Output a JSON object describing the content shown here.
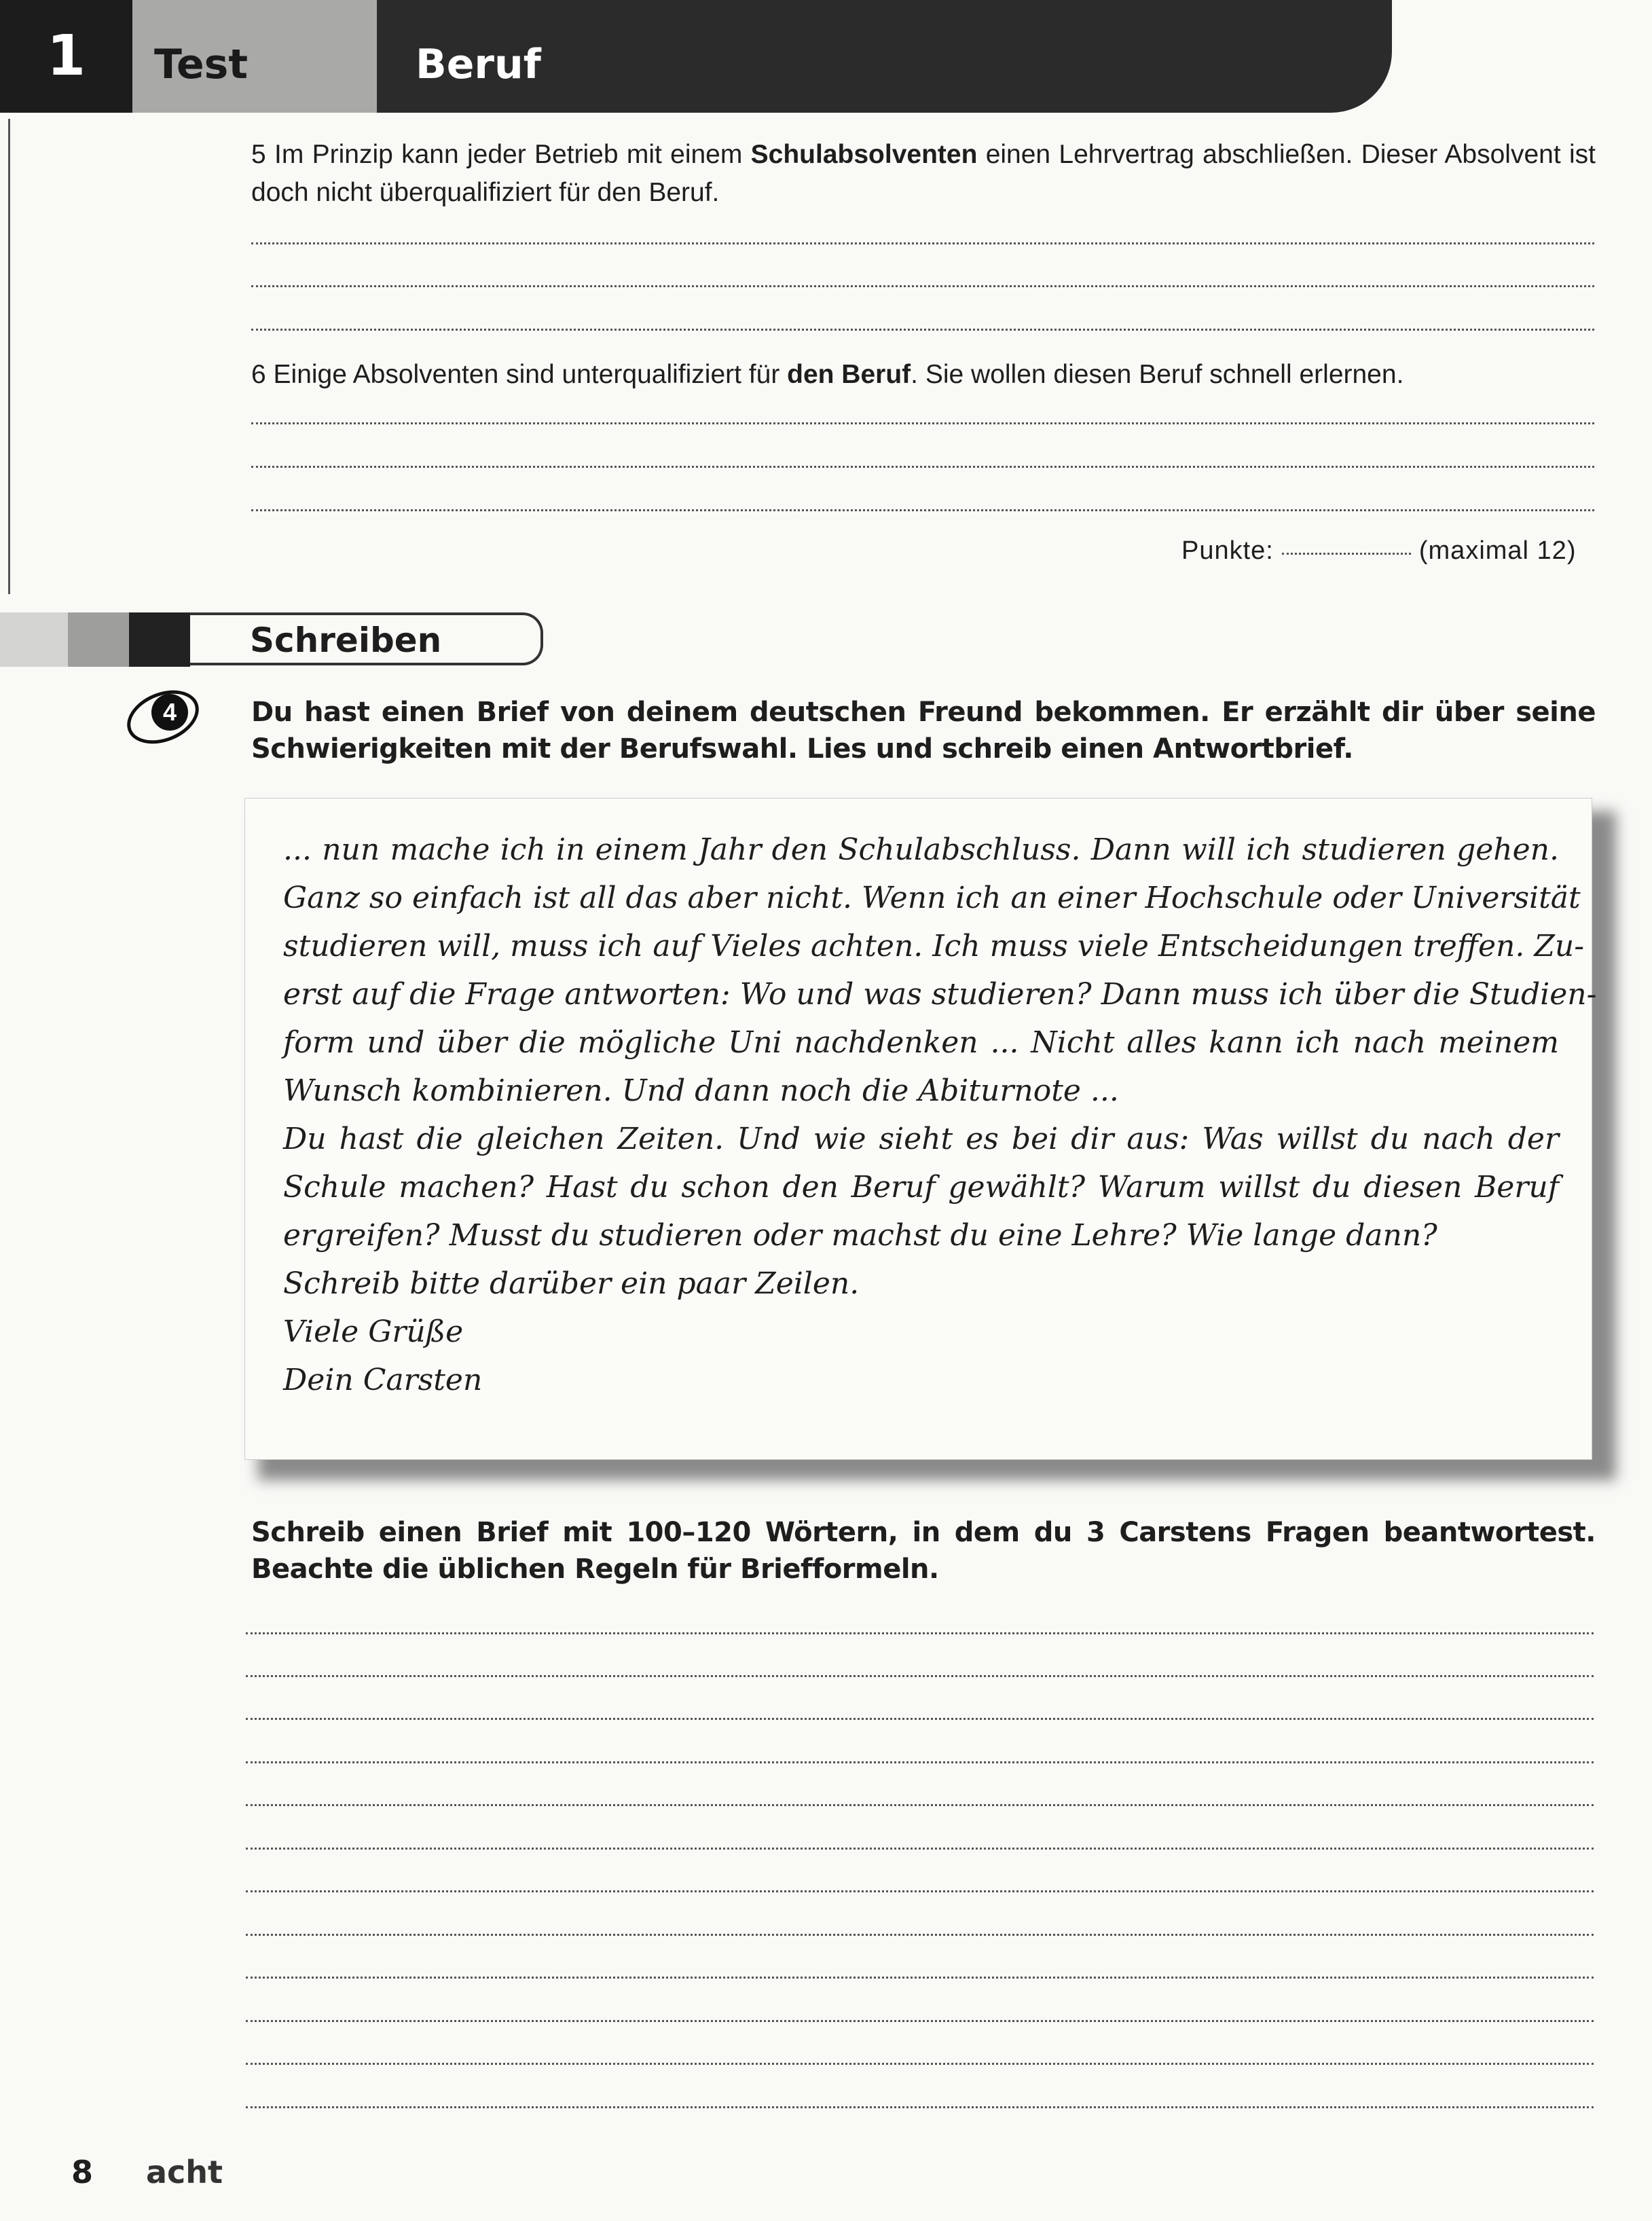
{
  "header": {
    "number": "1",
    "label": "Test",
    "title": "Beruf"
  },
  "task3": {
    "item5": {
      "pre": "5 Im Prinzip kann jeder Betrieb mit einem ",
      "bold": "Schulabsolventen",
      "post": " einen Lehrvertrag abschließen. Dieser Absolvent ist doch nicht überqualifiziert für den Beruf."
    },
    "item6": {
      "pre": "6 Einige Absolventen sind unterqualifiziert für ",
      "bold": "den Beruf",
      "post": ". Sie wollen diesen Beruf schnell erlernen."
    },
    "points_label": "Punkte:",
    "points_max": "(maximal 12)"
  },
  "section": {
    "title": "Schreiben"
  },
  "task4": {
    "number": "4",
    "instruction": "Du hast einen Brief von deinem deutschen Freund bekommen. Er erzählt dir über seine Schwierigkeiten mit der Berufswahl. Lies und schreib einen Antwortbrief.",
    "letter_lines": [
      "... nun mache ich in einem Jahr den Schulabschluss. Dann will ich studieren gehen.",
      "Ganz so einfach ist all das aber nicht. Wenn ich an einer Hochschule oder Universität",
      "studieren will, muss ich auf Vieles achten. Ich muss viele Entscheidungen treffen. Zu-",
      "erst auf die Frage antworten: Wo und was studieren? Dann muss ich über die Studien-",
      "form und über die mögliche Uni nachdenken ... Nicht alles kann ich nach meinem",
      "Wunsch kombinieren. Und dann noch die Abiturnote ...",
      "Du hast die gleichen Zeiten. Und wie sieht es bei dir aus: Was willst du nach der",
      "Schule machen? Hast du schon den Beruf gewählt? Warum willst du diesen Beruf",
      "ergreifen? Musst du studieren oder machst du eine Lehre? Wie lange dann?",
      "Schreib bitte darüber ein paar Zeilen.",
      "Viele Grüße",
      "Dein Carsten"
    ],
    "writing_instruction": "Schreib einen Brief mit 100–120 Wörtern, in dem du 3 Carstens Fragen beantwortest. Beachte die üblichen Regeln für Briefformeln."
  },
  "footer": {
    "page_number": "8",
    "page_word": "acht"
  },
  "colors": {
    "header_dark": "#2b2b2b",
    "header_grey": "#a9a9a7",
    "paper": "#f9f9f6"
  }
}
